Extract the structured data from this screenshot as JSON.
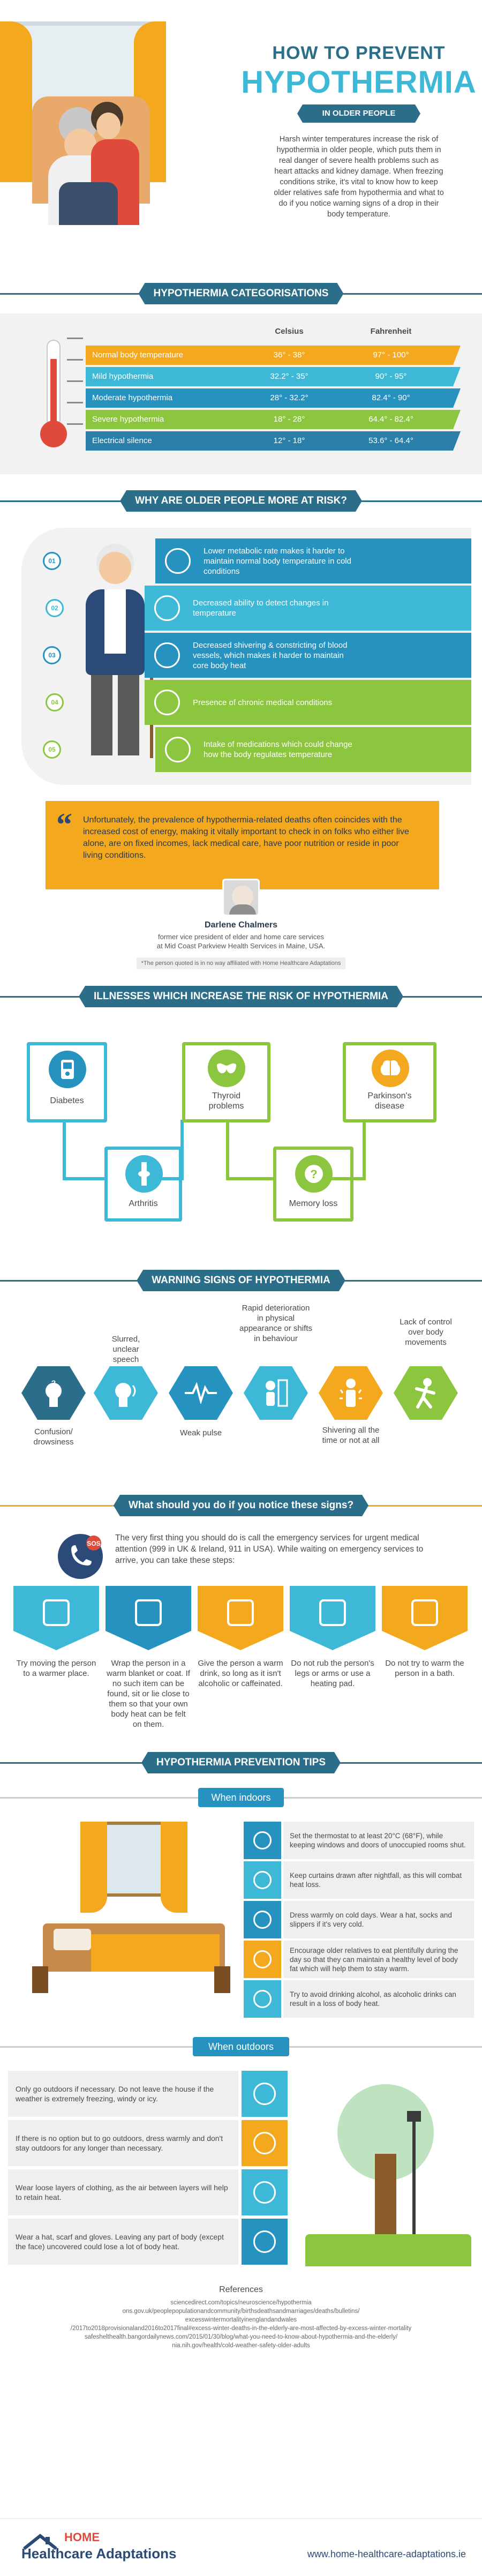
{
  "header": {
    "title_line1": "HOW TO PREVENT",
    "title_line2": "HYPOTHERMIA",
    "subtitle": "IN OLDER PEOPLE",
    "intro": "Harsh winter temperatures increase the risk of hypothermia in older people, which puts them in real danger of severe health problems such as heart attacks and kidney damage. When freezing conditions strike, it's vital to know how to keep older relatives safe from hypothermia and what to do if you notice warning signs of a drop in their body temperature."
  },
  "categories": {
    "title": "HYPOTHERMIA CATEGORISATIONS",
    "col_celsius": "Celsius",
    "col_fahrenheit": "Fahrenheit",
    "rows": [
      {
        "name": "Normal body temperature",
        "c": "36° - 38°",
        "f": "97° - 100°",
        "color": "#f4a81d"
      },
      {
        "name": "Mild hypothermia",
        "c": "32.2° - 35°",
        "f": "90° - 95°",
        "color": "#3db8d6"
      },
      {
        "name": "Moderate hypothermia",
        "c": "28° - 32.2°",
        "f": "82.4° - 90°",
        "color": "#2592c0"
      },
      {
        "name": "Severe hypothermia",
        "c": "18° - 28°",
        "f": "64.4° - 82.4°",
        "color": "#8cc63f"
      },
      {
        "name": "Electrical silence",
        "c": "12° - 18°",
        "f": "53.6° - 64.4°",
        "color": "#2a7fa8"
      }
    ]
  },
  "risk": {
    "title": "WHY ARE OLDER PEOPLE MORE AT RISK?",
    "items": [
      {
        "num": "01",
        "text": "Lower metabolic rate makes it harder to maintain normal body temperature in cold conditions",
        "icon": "fire-icon"
      },
      {
        "num": "02",
        "text": "Decreased ability to detect changes in temperature",
        "icon": "thermometer-icon"
      },
      {
        "num": "03",
        "text": "Decreased shivering & constricting of blood vessels, which makes it harder to maintain core body heat",
        "icon": "shivering-person-icon"
      },
      {
        "num": "04",
        "text": "Presence of chronic medical conditions",
        "icon": "medical-heart-icon"
      },
      {
        "num": "05",
        "text": "Intake of medications which could change how the body regulates temperature",
        "icon": "pills-icon"
      }
    ]
  },
  "quote": {
    "text": "Unfortunately, the prevalence of hypothermia-related deaths often coincides with the increased cost of energy, making it vitally important to check in on folks who either live alone, are on fixed incomes, lack medical care, have poor nutrition or reside in poor living conditions.",
    "name": "Darlene Chalmers",
    "role": "former vice president of elder and home care services at Mid Coast Parkview Health Services in Maine, USA.",
    "disclaimer": "*The person quoted is in no way affiliated with Home Healthcare Adaptations"
  },
  "illnesses": {
    "title": "ILLNESSES WHICH INCREASE THE RISK OF HYPOTHERMIA",
    "items": [
      "Diabetes",
      "Arthritis",
      "Thyroid problems",
      "Memory loss",
      "Parkinson's disease"
    ]
  },
  "warning": {
    "title": "WARNING SIGNS OF HYPOTHERMIA",
    "items": [
      "Confusion/ drowsiness",
      "Slurred, unclear speech",
      "Weak pulse",
      "Rapid deterioration in physical appearance or shifts in behaviour",
      "Shivering all the time or not at all",
      "Lack of control over body movements"
    ]
  },
  "signs": {
    "title": "What should you do if you notice these signs?",
    "text": "The very first thing you should do is call the emergency services for urgent medical attention (999 in UK & Ireland, 911 in USA). While waiting on emergency services to arrive, you can take these steps:",
    "steps": [
      {
        "text": "Try moving the person to a warmer place.",
        "color": "#3db8d6"
      },
      {
        "text": "Wrap the person in a warm blanket or coat. If no such item can be found, sit or lie close to them so that your own body heat can be felt on them.",
        "color": "#2592c0"
      },
      {
        "text": "Give the person a warm drink, so long as it isn't alcoholic or caffeinated.",
        "color": "#f4a81d"
      },
      {
        "text": "Do not rub the person's legs or arms or use a heating pad.",
        "color": "#3db8d6"
      },
      {
        "text": "Do not try to warm the person in a bath.",
        "color": "#f4a81d"
      }
    ]
  },
  "prevention": {
    "title": "HYPOTHERMIA PREVENTION TIPS",
    "indoors_label": "When indoors",
    "indoors": [
      "Set the thermostat to at least 20°C (68°F), while keeping windows and doors of unoccupied rooms shut.",
      "Keep curtains drawn after nightfall, as this will combat heat loss.",
      "Dress warmly on cold days. Wear a hat, socks and slippers if it's very cold.",
      "Encourage older relatives to eat plentifully during the day so that they can maintain a healthy level of body fat which will help them to stay warm.",
      "Try to avoid drinking alcohol, as alcoholic drinks can result in a loss of body heat."
    ],
    "outdoors_label": "When outdoors",
    "outdoors": [
      "Only go outdoors if necessary. Do not leave the house if the weather is extremely freezing, windy or icy.",
      "If there is no option but to go outdoors, dress warmly and don't stay outdoors for any longer than necessary.",
      "Wear loose layers of clothing, as the air between layers will help to retain heat.",
      "Wear a hat, scarf and gloves. Leaving any part of body (except the face) uncovered could lose a lot of body heat."
    ]
  },
  "references": {
    "title": "References",
    "lines": [
      "sciencedirect.com/topics/neuroscience/hypothermia",
      "ons.gov.uk/peoplepopulationandcommunity/birthsdeathsandmarriages/deaths/bulletins/",
      "excesswintermortalityinenglandandwales",
      "/2017to2018provisionaland2016to2017final#excess-winter-deaths-in-the-elderly-are-most-affected-by-excess-winter-mortality",
      "safeshelthealth.bangordailynews.com/2015/01/30/blog/what-you-need-to-know-about-hypothermia-and-the-elderly/",
      "nia.nih.gov/health/cold-weather-safety-older-adults"
    ]
  },
  "footer": {
    "logo_top": "HOME",
    "logo_bottom": "Healthcare Adaptations",
    "url": "www.home-healthcare-adaptations.ie"
  },
  "colors": {
    "navy": "#1f5a7a",
    "cyan": "#3db8d6",
    "blue": "#2592c0",
    "orange": "#f4a81d",
    "green": "#8cc63f",
    "red": "#e04a3a"
  }
}
